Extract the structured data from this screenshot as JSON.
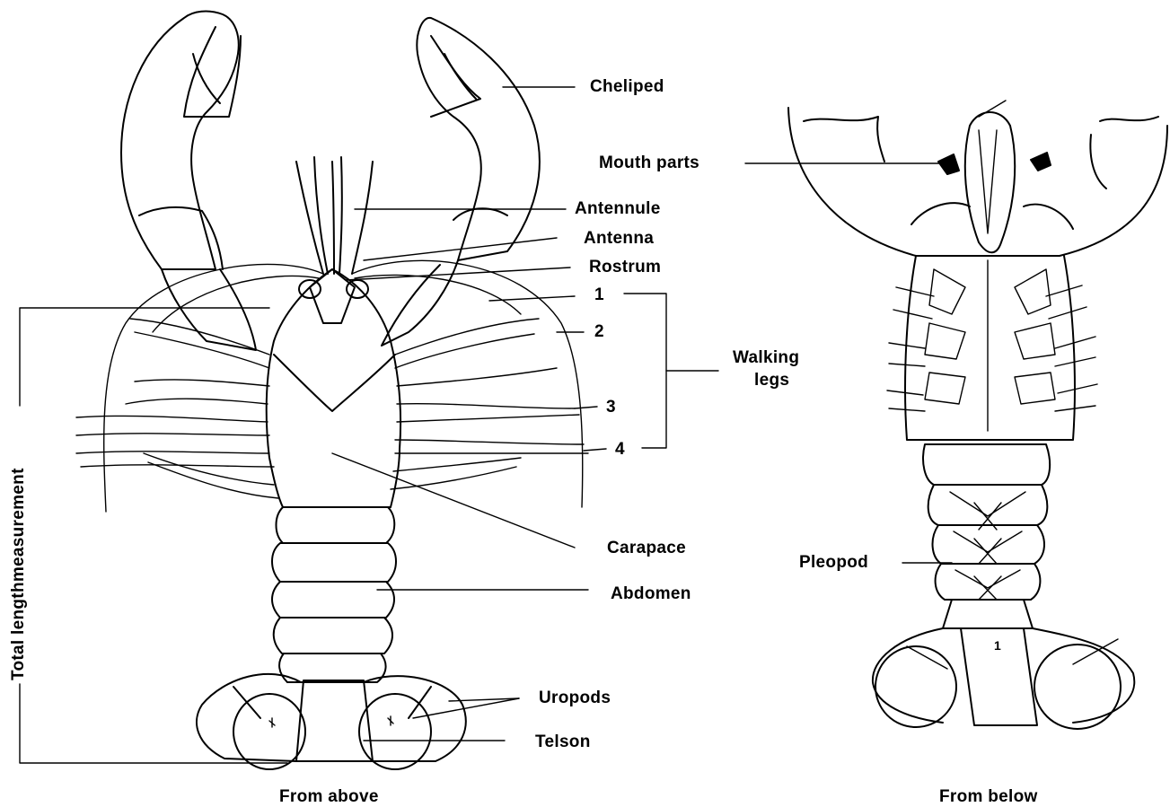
{
  "labels": {
    "cheliped": "Cheliped",
    "mouth_parts": "Mouth parts",
    "antennule": "Antennule",
    "antenna": "Antenna",
    "rostrum": "Rostrum",
    "walking_legs_line1": "Walking",
    "walking_legs_line2": "legs",
    "carapace": "Carapace",
    "abdomen": "Abdomen",
    "uropods": "Uropods",
    "telson": "Telson",
    "pleopod": "Pleopod",
    "total_length": "Total lengthmeasurement"
  },
  "leg_numbers": [
    "1",
    "2",
    "3",
    "4"
  ],
  "underside_mark": "1",
  "captions": {
    "from_above": "From above",
    "from_below": "From below"
  }
}
